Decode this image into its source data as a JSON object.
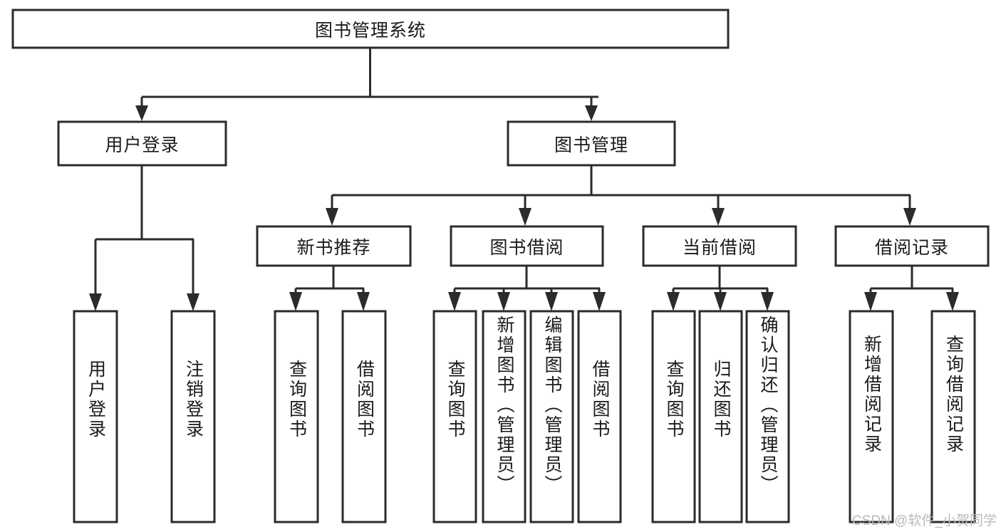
{
  "diagram": {
    "title": "图书管理系统",
    "watermark": "CSDN @软件_小贺同学",
    "type": "hierarchy-tree",
    "orientation": "top-down",
    "box_fill": "#ffffff",
    "box_stroke": "#2b2b2b",
    "text_color": "#1a1a1a",
    "watermark_color": "#b9b9b9"
  },
  "nodes": {
    "root": {
      "label": "图书管理系统",
      "level": 1,
      "orientation": "horizontal"
    },
    "l2": [
      {
        "id": "user-login",
        "label": "用户登录",
        "level": 2,
        "orientation": "horizontal"
      },
      {
        "id": "book-management",
        "label": "图书管理",
        "level": 2,
        "orientation": "horizontal"
      }
    ],
    "l3": [
      {
        "id": "new-book-recommend",
        "label": "新书推荐",
        "level": 3,
        "orientation": "horizontal"
      },
      {
        "id": "book-borrow",
        "label": "图书借阅",
        "level": 3,
        "orientation": "horizontal"
      },
      {
        "id": "current-borrow",
        "label": "当前借阅",
        "level": 3,
        "orientation": "horizontal"
      },
      {
        "id": "borrow-record",
        "label": "借阅记录",
        "level": 3,
        "orientation": "horizontal"
      }
    ],
    "leaves": [
      {
        "id": "leaf-user-login",
        "label": "用户登录",
        "parent": "user-login",
        "orientation": "vertical"
      },
      {
        "id": "leaf-user-logout",
        "label": "注销登录",
        "parent": "user-login",
        "orientation": "vertical"
      },
      {
        "id": "leaf-query-book-1",
        "label": "查询图书",
        "parent": "new-book-recommend",
        "orientation": "vertical"
      },
      {
        "id": "leaf-borrow-book-1",
        "label": "借阅图书",
        "parent": "new-book-recommend",
        "orientation": "vertical"
      },
      {
        "id": "leaf-query-book-2",
        "label": "查询图书",
        "parent": "book-borrow",
        "orientation": "vertical"
      },
      {
        "id": "leaf-add-book",
        "label": "新增图书（管理员）",
        "parent": "book-borrow",
        "orientation": "vertical"
      },
      {
        "id": "leaf-edit-book",
        "label": "编辑图书（管理员）",
        "parent": "book-borrow",
        "orientation": "vertical"
      },
      {
        "id": "leaf-borrow-book-2",
        "label": "借阅图书",
        "parent": "book-borrow",
        "orientation": "vertical"
      },
      {
        "id": "leaf-query-book-3",
        "label": "查询图书",
        "parent": "current-borrow",
        "orientation": "vertical"
      },
      {
        "id": "leaf-return-book",
        "label": "归还图书",
        "parent": "current-borrow",
        "orientation": "vertical"
      },
      {
        "id": "leaf-confirm-return",
        "label": "确认归还（管理员）",
        "parent": "current-borrow",
        "orientation": "vertical"
      },
      {
        "id": "leaf-add-record",
        "label": "新增借阅记录",
        "parent": "borrow-record",
        "orientation": "vertical"
      },
      {
        "id": "leaf-query-record",
        "label": "查询借阅记录",
        "parent": "borrow-record",
        "orientation": "vertical"
      }
    ]
  }
}
